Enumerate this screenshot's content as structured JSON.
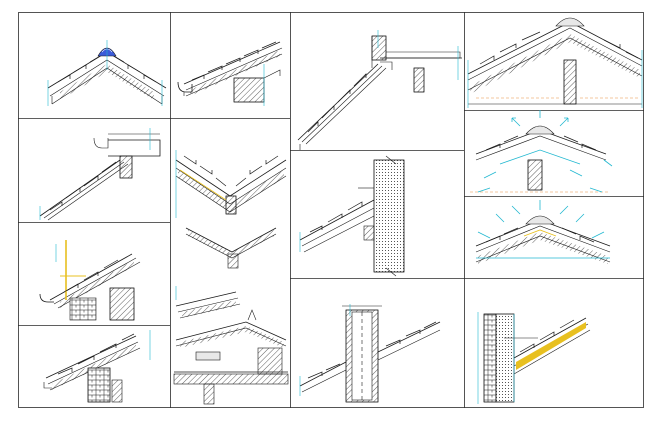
{
  "sheet": {
    "panels": [
      {
        "id": "ridge-ventilated-apex"
      },
      {
        "id": "eave-gutter-fascia"
      },
      {
        "id": "parapet-wall-abutment"
      },
      {
        "id": "ridge-truss-section"
      },
      {
        "id": "eave-gutter-flat-overhang"
      },
      {
        "id": "valley-detail"
      },
      {
        "id": "ridge-vent-airflow"
      },
      {
        "id": "eave-scaffold-bracket"
      },
      {
        "id": "valley-and-hip-stack"
      },
      {
        "id": "wall-abutment-section"
      },
      {
        "id": "ridge-vent-insulated"
      },
      {
        "id": "eave-brick-wall"
      },
      {
        "id": "chimney-penetration"
      },
      {
        "id": "wall-insulation-junction"
      }
    ]
  },
  "colors": {
    "ink": "#1a1a1a",
    "frame": "#2a2a2a",
    "cyan": "#22b8d0",
    "blue": "#3a5bd9",
    "yellow": "#e8c020",
    "orange": "#e89040"
  }
}
